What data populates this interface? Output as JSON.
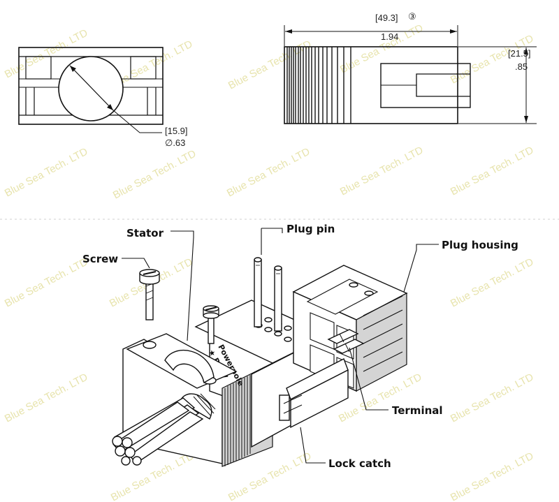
{
  "top_left_view": {
    "dim_bracket": "[15.9]",
    "dim_value": "∅.63"
  },
  "top_right_view": {
    "width_bracket": "[49.3]",
    "width_note": "③",
    "width_value": "1.94",
    "height_bracket": "[21.5]",
    "height_value": ".85"
  },
  "labels": {
    "stator": "Stator",
    "screw": "Screw",
    "plug_pin": "Plug pin",
    "plug_housing": "Plug housing",
    "terminal": "Terminal",
    "lock_catch": "Lock catch"
  },
  "product_marking": {
    "line1": "Powerpole",
    "line2": "★ RI@V"
  },
  "watermark": "Blue Sea Tech. LTD"
}
